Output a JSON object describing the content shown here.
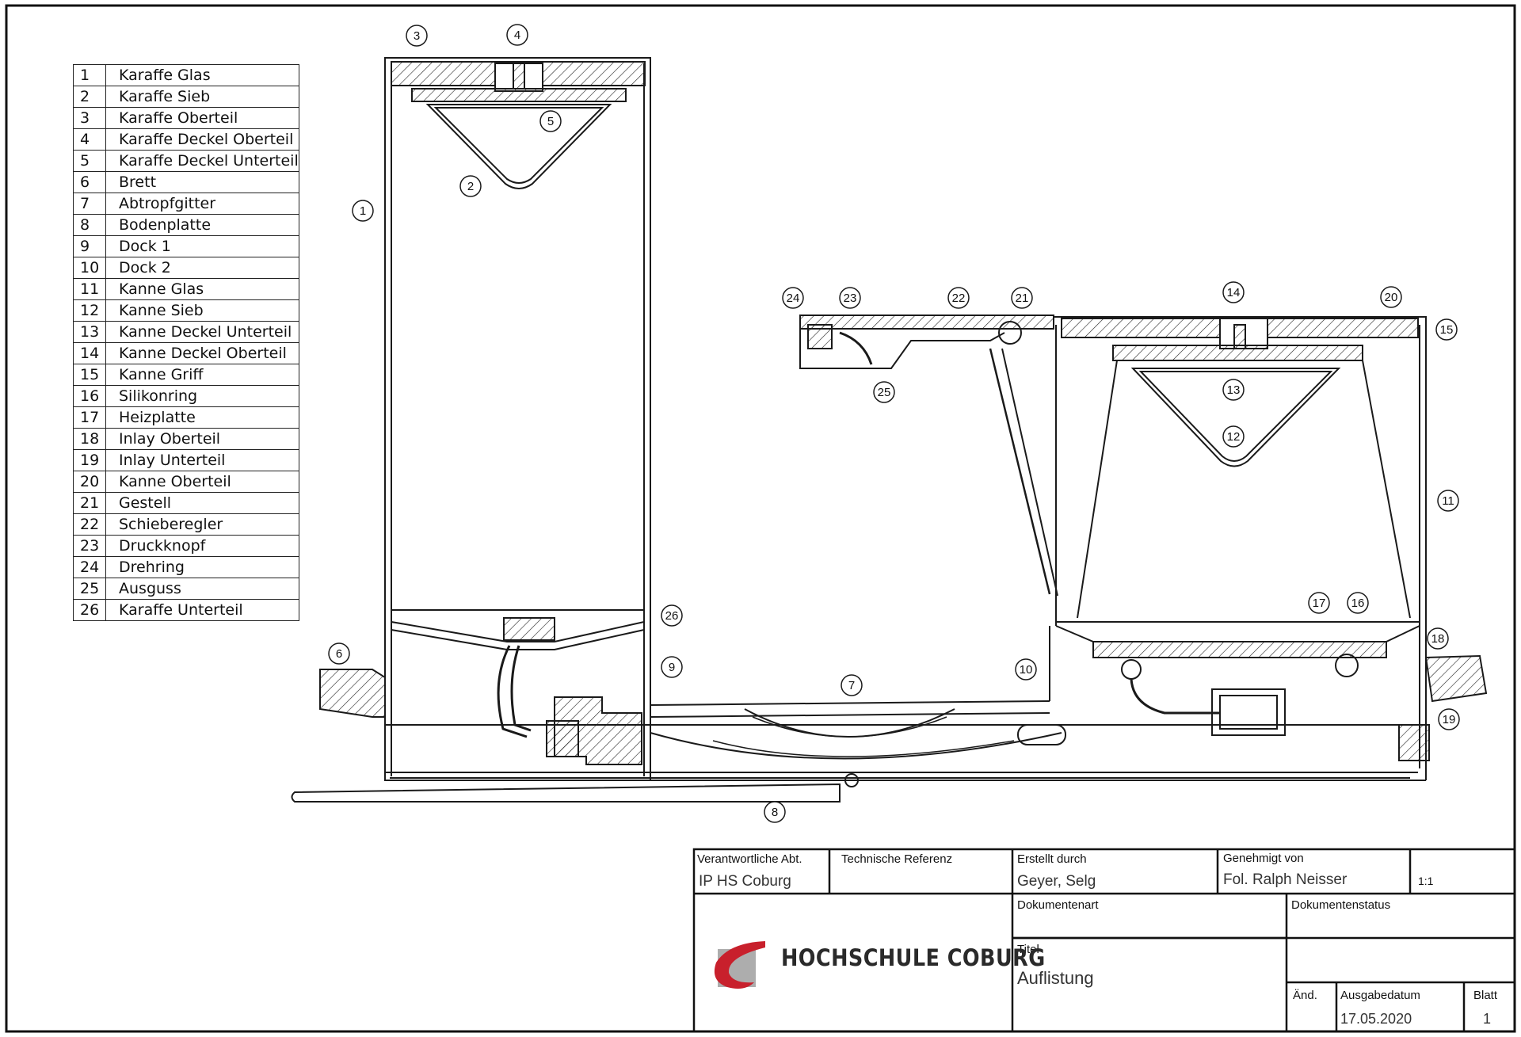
{
  "parts": [
    {
      "num": "1",
      "label": "Karaffe Glas"
    },
    {
      "num": "2",
      "label": "Karaffe Sieb"
    },
    {
      "num": "3",
      "label": "Karaffe Oberteil"
    },
    {
      "num": "4",
      "label": "Karaffe Deckel Oberteil"
    },
    {
      "num": "5",
      "label": "Karaffe Deckel Unterteil"
    },
    {
      "num": "6",
      "label": "Brett"
    },
    {
      "num": "7",
      "label": "Abtropfgitter"
    },
    {
      "num": "8",
      "label": "Bodenplatte"
    },
    {
      "num": "9",
      "label": "Dock 1"
    },
    {
      "num": "10",
      "label": "Dock 2"
    },
    {
      "num": "11",
      "label": "Kanne Glas"
    },
    {
      "num": "12",
      "label": "Kanne Sieb"
    },
    {
      "num": "13",
      "label": "Kanne Deckel Unterteil"
    },
    {
      "num": "14",
      "label": "Kanne Deckel Oberteil"
    },
    {
      "num": "15",
      "label": "Kanne Griff"
    },
    {
      "num": "16",
      "label": "Silikonring"
    },
    {
      "num": "17",
      "label": "Heizplatte"
    },
    {
      "num": "18",
      "label": "Inlay Oberteil"
    },
    {
      "num": "19",
      "label": "Inlay Unterteil"
    },
    {
      "num": "20",
      "label": "Kanne Oberteil"
    },
    {
      "num": "21",
      "label": "Gestell"
    },
    {
      "num": "22",
      "label": "Schieberegler"
    },
    {
      "num": "23",
      "label": "Druckknopf"
    },
    {
      "num": "24",
      "label": "Drehring"
    },
    {
      "num": "25",
      "label": "Ausguss"
    },
    {
      "num": "26",
      "label": "Karaffe Unterteil"
    }
  ],
  "callouts": [
    "1",
    "2",
    "3",
    "4",
    "5",
    "6",
    "7",
    "8",
    "9",
    "10",
    "11",
    "12",
    "13",
    "14",
    "15",
    "16",
    "17",
    "18",
    "19",
    "20",
    "21",
    "22",
    "23",
    "24",
    "25",
    "26"
  ],
  "title_block": {
    "dept_label": "Verantwortliche Abt.",
    "dept_value": "IP HS Coburg",
    "ref_label": "Technische Referenz",
    "created_label": "Erstellt durch",
    "created_value": "Geyer, Selg",
    "approved_label": "Genehmigt von",
    "approved_value": "Fol. Ralph Neisser",
    "scale": "1:1",
    "doctype_label": "Dokumentenart",
    "docstatus_label": "Dokumentenstatus",
    "title_label": "Titel",
    "title_value": "Auflistung",
    "rev_label": "Änd.",
    "date_label": "Ausgabedatum",
    "date_value": "17.05.2020",
    "sheet_label": "Blatt",
    "sheet_value": "1",
    "logo_text": "HOCHSCHULE COBURG"
  },
  "colors": {
    "line": "#1a1a1a",
    "logo_red": "#c8202c",
    "logo_grey": "#8a8a8a"
  }
}
